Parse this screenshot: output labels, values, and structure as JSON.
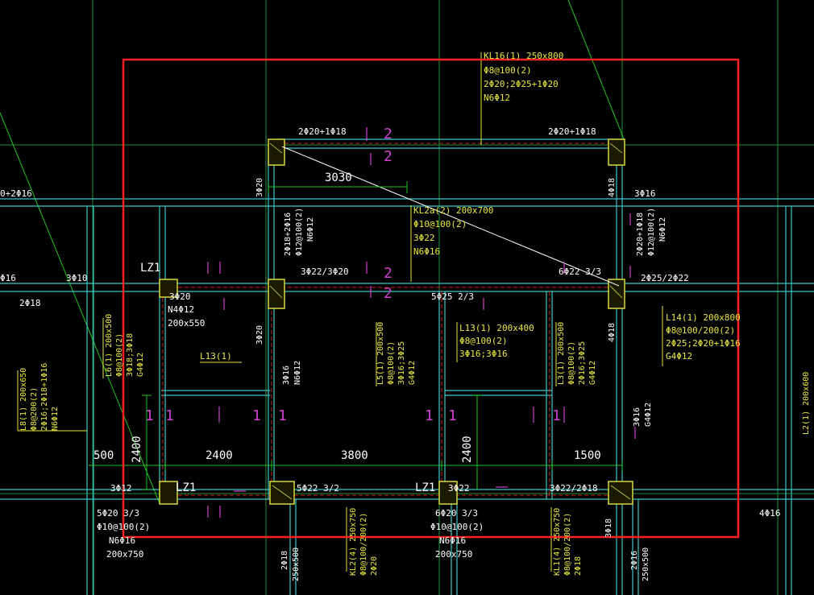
{
  "colors": {
    "background": "#000000",
    "beam": "#3fc8c8",
    "column": "#d8d840",
    "dimension": "#21c421",
    "annotation_yellow": "#e8e840",
    "annotation_white": "#ffffff",
    "section_mark": "#d040d0",
    "selection": "#ff2020",
    "hidden_line": "#d02020"
  },
  "labels": {
    "kl16_title": "KL16(1) 250x800",
    "kl16_stirrup": "Φ8@100(2)",
    "kl16_bars": "2Φ20;2Φ25+1Φ20",
    "kl16_n": "N6Φ12",
    "top_left_bar": "2Φ20+1Φ18",
    "top_right_bar": "2Φ20+1Φ18",
    "dim_3030": "3030",
    "left_3020": "3Φ20",
    "right_4018": "4Φ18",
    "right_3016": "3Φ16",
    "far_left_bar": "0+2Φ16",
    "kl2_title": "KL2a(2) 200x700",
    "kl2_stirrup": "Φ10@100(2)",
    "kl2_bars": "3Φ22",
    "kl2_n": "N6Φ16",
    "v_2018_2016": "2Φ18+2Φ16",
    "v_012_100": "Φ12@100(2)",
    "v_n6012": "N6Φ12",
    "v_2020_1018": "2Φ20+1Φ18",
    "v_012_100b": "Φ12@100(2)",
    "v_n6012b": "N6Φ12",
    "lz1_a": "LZ1",
    "lz1_b": "LZ1",
    "lz1_c": "LZ1",
    "mid_3022_3020": "3Φ22/3Φ20",
    "mid_6022": "6Φ22 3/3",
    "mid_2025": "2Φ25/2Φ22",
    "far_left_016": "Φ16",
    "far_left_3010": "3Φ10",
    "far_left_2018": "2Φ18",
    "lz1_3020": "3Φ20",
    "lz1_n4012": "N4Φ12",
    "lz1_size": "200x550",
    "mid_5025": "5Φ25 2/3",
    "l14_title": "L14(1) 200x800",
    "l14_stirrup": "Φ8@100/200(2)",
    "l14_bars": "2Φ25;2Φ20+1Φ16",
    "l14_g": "G4Φ12",
    "l13_title": "L13(1) 200x400",
    "l13_stirrup": "Φ8@100(2)",
    "l13_bars": "3Φ16;3Φ16",
    "l13_small": "L13(1)",
    "v_3020b": "3Φ20",
    "v_3016": "3Φ16",
    "v_n6012c": "N6Φ12",
    "v_4018b": "4Φ18",
    "l6_title": "L6(1) 200x500",
    "l6_stirrup": "Φ8@100(2)",
    "l6_bars": "3Φ18;3Φ18",
    "l6_g": "G4Φ12",
    "l5_title": "L5(1) 200x500",
    "l5_stirrup": "Φ8@100(2)",
    "l5_bars": "3Φ16;3Φ25",
    "l5_g": "G4Φ12",
    "l3_title": "L3(1) 200x500",
    "l3_stirrup": "Φ8@100(2)",
    "l3_bars": "2Φ16;3Φ25",
    "l3_g": "G4Φ12",
    "l8_title": "L8(1) 200x650",
    "l8_stirrup": "Φ8@200(2)",
    "l8_bars": "2Φ16;2Φ18+1Φ16",
    "l8_n": "N6Φ12",
    "r_3016": "3Φ16",
    "r_g4012": "G4Φ12",
    "l2_title": "L2(1) 200x600",
    "dim_500": "500",
    "dim_2400_v": "2400",
    "dim_2400_h": "2400",
    "dim_3800": "3800",
    "dim_2400_v2": "2400",
    "dim_1500": "1500",
    "sec_1": "1",
    "sec_2": "2",
    "b_3012": "3Φ12",
    "b_5022": "5Φ22 3/2",
    "b_3022": "3Φ22",
    "b_3022_2018": "3Φ22/2Φ18",
    "bl_5020": "5Φ20 3/3",
    "bl_010": "Φ10@100(2)",
    "bl_n6016": "N6Φ16",
    "bl_size": "200x750",
    "bm_6020": "6Φ20 3/3",
    "bm_010": "Φ10@100(2)",
    "bm_n6016": "N6Φ16",
    "bm_size": "200x750",
    "b_3018": "3Φ18",
    "far_right_4016": "4Φ16",
    "kl2b_title": "KL2(4) 250x750",
    "kl2b_stirrup": "Φ8@100/200(2)",
    "kl2b_bars": "2Φ20",
    "kl1_title": "KL1(4) 250x750",
    "kl1_stirrup": "Φ8@100/200(2)",
    "kl1_bars": "2Φ18",
    "vb_2018": "2Φ18",
    "vb_250_500": "250x500",
    "vb_2016": "2Φ16",
    "vb_250_500b": "250x500"
  }
}
